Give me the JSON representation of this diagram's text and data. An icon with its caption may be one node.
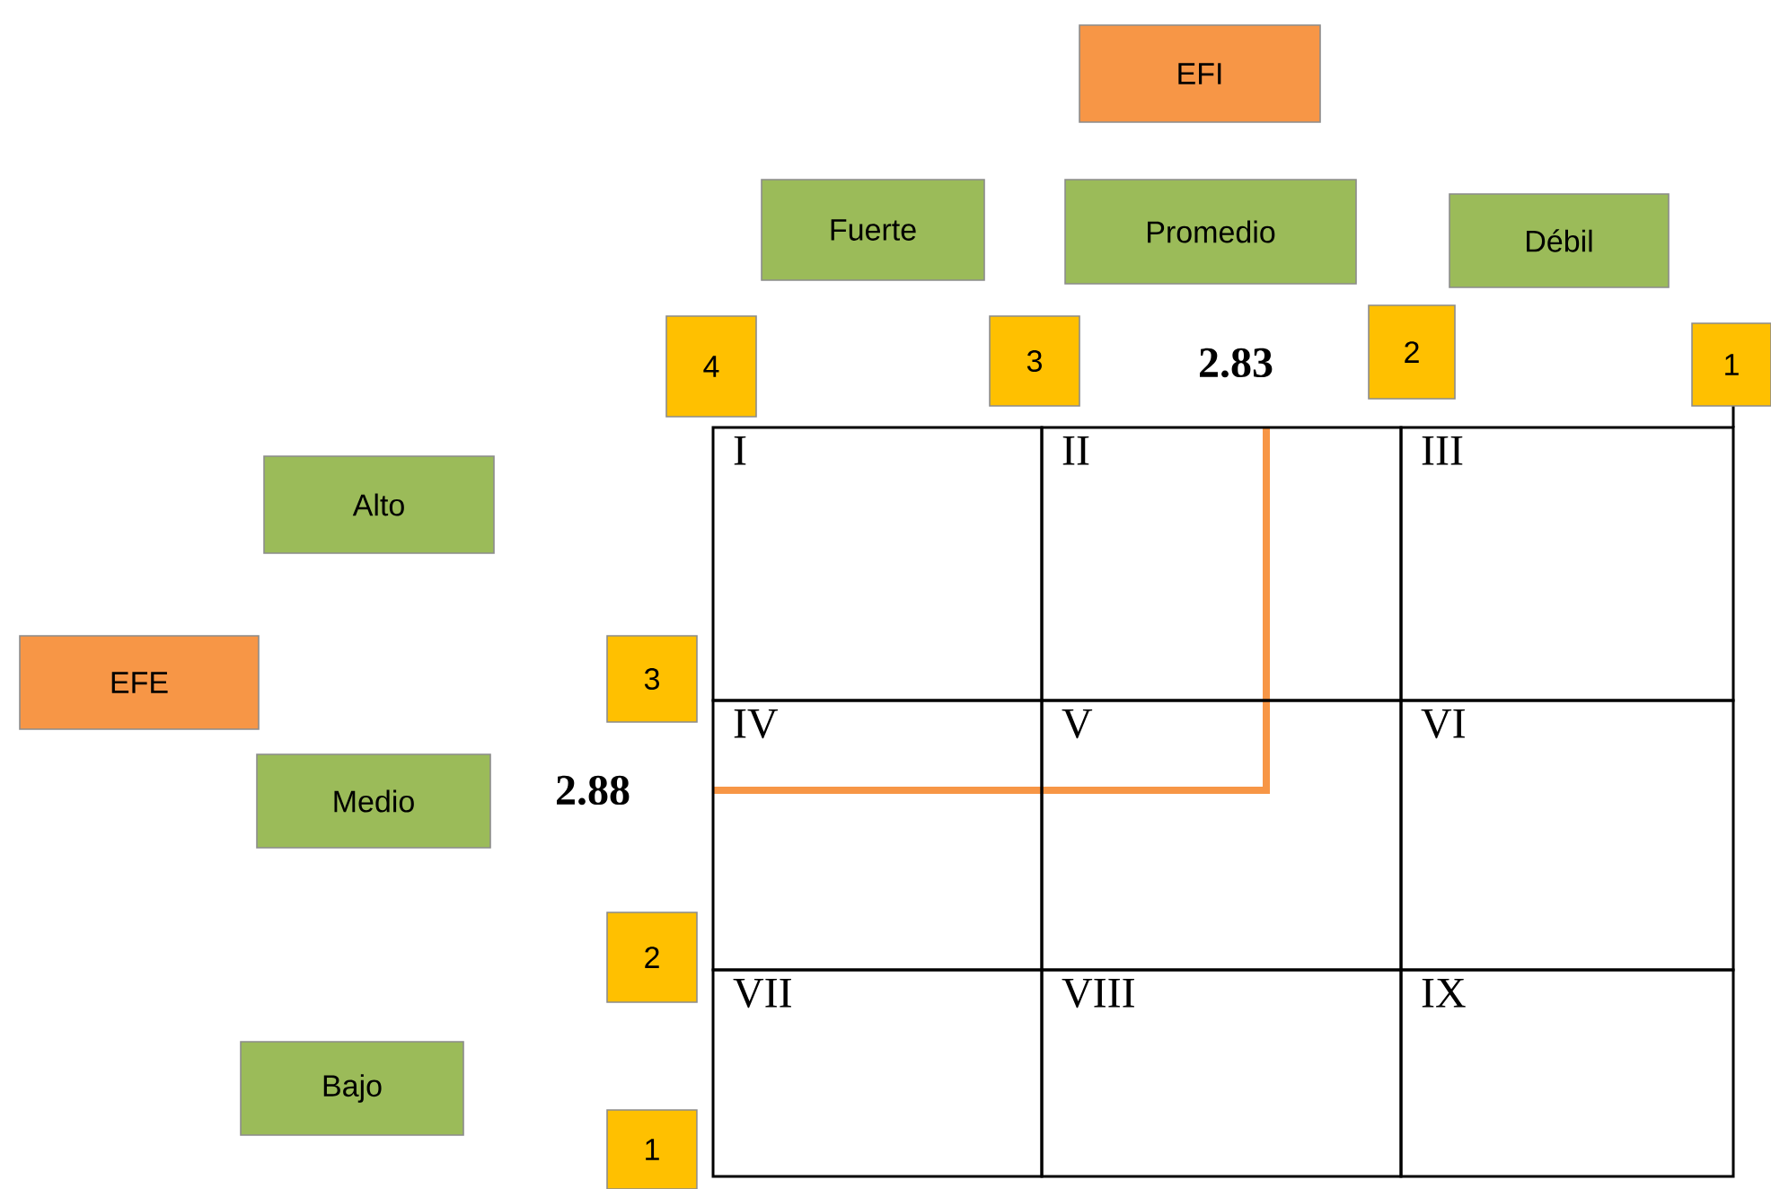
{
  "diagram": {
    "nodes": [
      {
        "text": [
          "EFI"
        ]
      },
      {
        "text": [
          "Fuerte"
        ]
      },
      {
        "text": [
          "Promedio"
        ]
      },
      {
        "text": [
          "Débil"
        ]
      },
      {
        "text": [
          "4"
        ]
      },
      {
        "text": [
          "3"
        ]
      },
      {
        "text": [
          "2"
        ]
      },
      {
        "text": [
          "1"
        ]
      },
      {
        "text": [
          "Alto"
        ]
      },
      {
        "text": [
          "EFE"
        ]
      },
      {
        "text": [
          "3"
        ]
      },
      {
        "text": [
          "Medio"
        ]
      },
      {
        "text": [
          "2"
        ]
      },
      {
        "text": [
          "Bajo"
        ]
      },
      {
        "text": [
          "1"
        ]
      },
      {
        "text": [
          "I"
        ]
      },
      {
        "text": [
          "II"
        ]
      },
      {
        "text": [
          "III"
        ]
      },
      {
        "text": [
          "IV"
        ]
      },
      {
        "text": [
          "V"
        ]
      },
      {
        "text": [
          "VI"
        ]
      },
      {
        "text": [
          "VII"
        ]
      },
      {
        "text": [
          "VIII"
        ]
      },
      {
        "text": [
          "IX"
        ]
      }
    ],
    "labels": [
      "2.83",
      "2.88"
    ]
  }
}
